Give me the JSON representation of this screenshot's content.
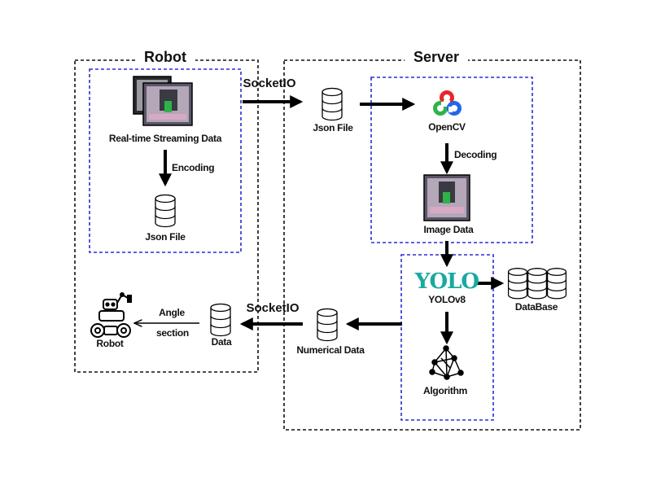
{
  "robot": {
    "title": "Robot",
    "streaming_label": "Real-time Streaming Data",
    "encoding_label": "Encoding",
    "json_file_label": "Json File",
    "robot_label": "Robot",
    "angle_label_line1": "Angle",
    "angle_label_line2": "section",
    "data_label": "Data"
  },
  "server": {
    "title": "Server",
    "json_file_label": "Json File",
    "opencv_label": "OpenCV",
    "decoding_label": "Decoding",
    "image_data_label": "Image Data",
    "yolo_logo_text": "YOLO",
    "yolo_label": "YOLOv8",
    "database_label": "DataBase",
    "numerical_data_label": "Numerical Data",
    "algorithm_label": "Algorithm"
  },
  "links": {
    "socketio_top": "SocketIO",
    "socketio_bottom": "SocketIO"
  },
  "colors": {
    "outer_border": "#111111",
    "inner_border": "#2b2bd6",
    "opencv_red": "#e8262b",
    "opencv_green": "#2fb24a",
    "opencv_blue": "#2566e8",
    "yolo_teal": "#1aa9a0"
  }
}
